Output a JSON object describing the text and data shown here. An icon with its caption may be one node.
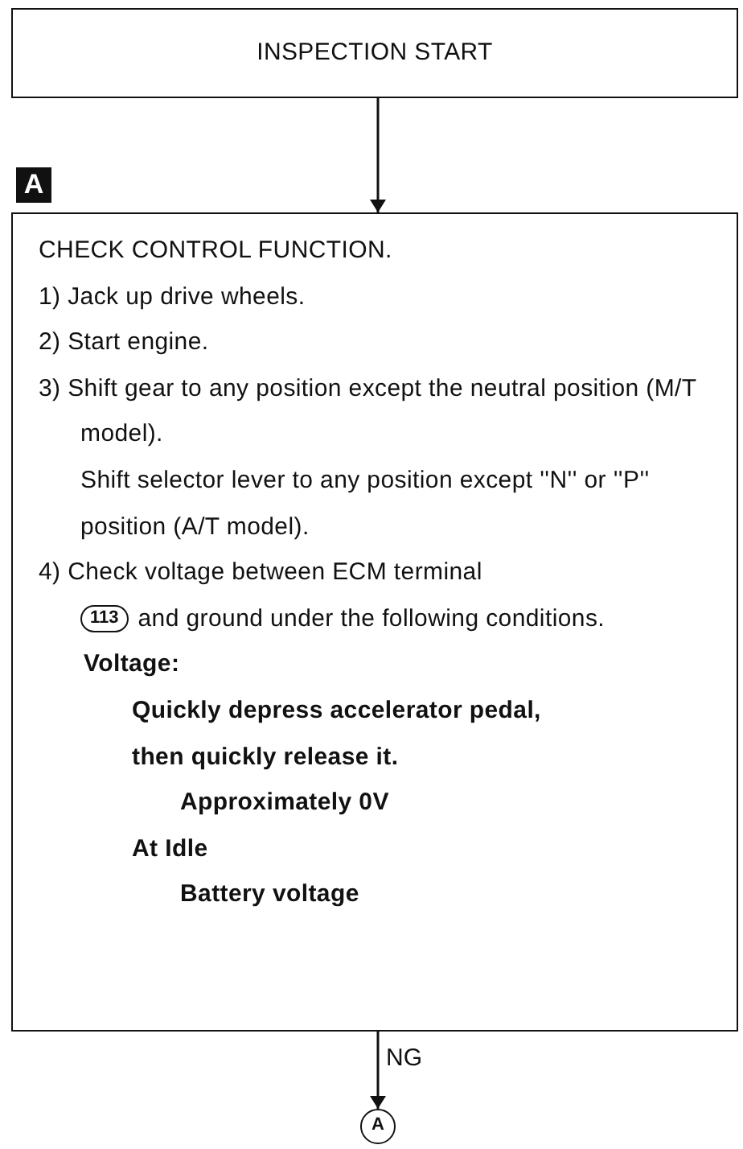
{
  "diagram": {
    "nodes": [
      {
        "text": [
          "INSPECTION START"
        ]
      },
      {
        "text": [
          "CHECK CONTROL FUNCTION.",
          "1) Jack up drive wheels.",
          "2) Start engine.",
          "3) Shift gear to any position except the neutral position (M/T model).",
          "Shift selector lever to any position except ''N'' or ''P'' position (A/T model).",
          "4) Check voltage between ECM terminal",
          "113",
          "and ground under the following conditions.",
          "Voltage:",
          "Quickly depress accelerator pedal, then quickly release it.",
          "Approximately 0V",
          "At Idle",
          "Battery voltage"
        ],
        "beside": [
          "A"
        ]
      },
      {
        "text": [
          "A"
        ]
      }
    ],
    "edges": [
      {
        "from": 0,
        "to": 1,
        "arrow": "to"
      },
      {
        "from": 1,
        "to": 2,
        "arrow": "to",
        "label": "NG"
      }
    ]
  }
}
